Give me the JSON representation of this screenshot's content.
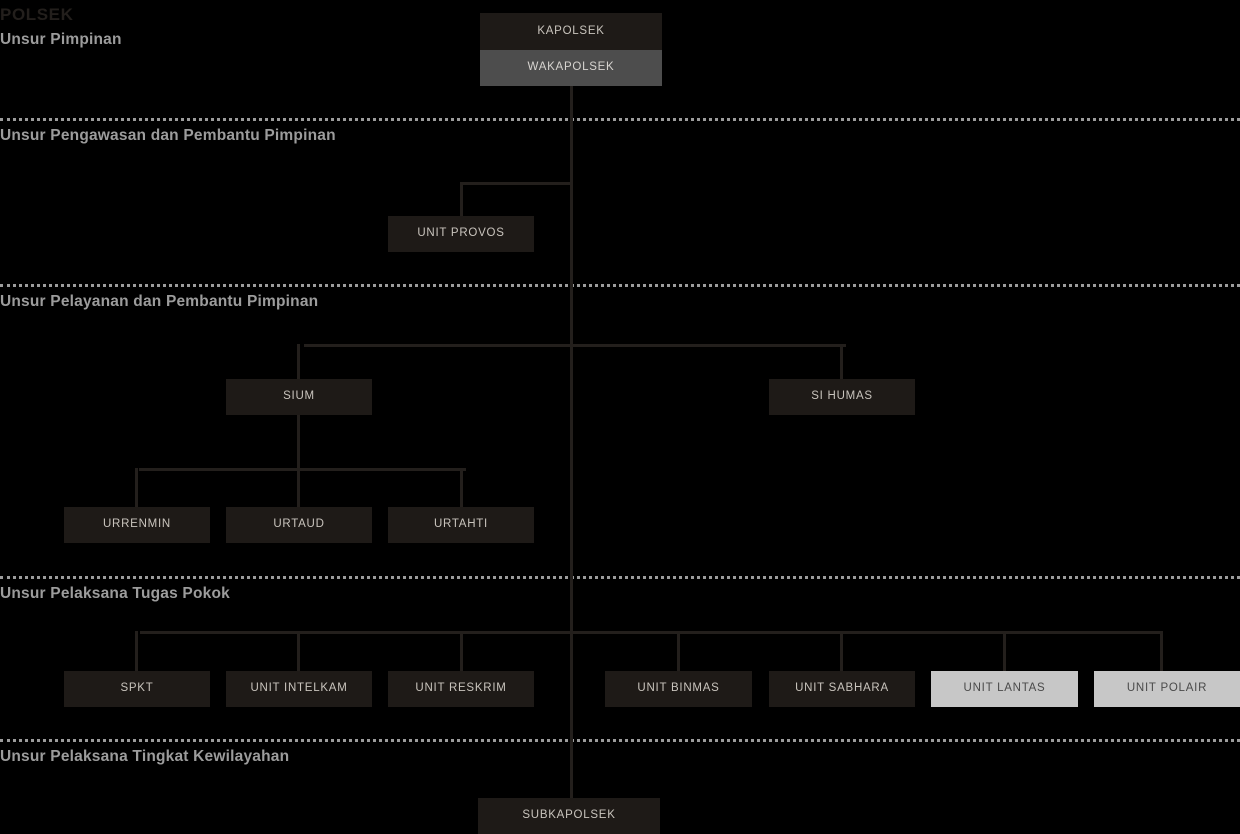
{
  "chart_title": "POLSEK",
  "sections": [
    {
      "id": "pimpinan",
      "label": "Unsur Pimpinan"
    },
    {
      "id": "pengawasan",
      "label": "Unsur Pengawasan dan Pembantu Pimpinan"
    },
    {
      "id": "pelayanan",
      "label": "Unsur Pelayanan dan Pembantu Pimpinan"
    },
    {
      "id": "pelaksana",
      "label": "Unsur Pelaksana Tugas Pokok"
    },
    {
      "id": "kewilayahan",
      "label": "Unsur Pelaksana Tingkat Kewilayahan"
    }
  ],
  "nodes": {
    "kapolsek": {
      "label": "KAPOLSEK",
      "style": "dark"
    },
    "wakapolsek": {
      "label": "WAKAPOLSEK",
      "style": "gray"
    },
    "unit_provos": {
      "label": "UNIT PROVOS",
      "style": "dark"
    },
    "sium": {
      "label": "SIUM",
      "style": "dark"
    },
    "si_humas": {
      "label": "SI HUMAS",
      "style": "dark"
    },
    "urrenmin": {
      "label": "URRENMIN",
      "style": "dark"
    },
    "urtaud": {
      "label": "URTAUD",
      "style": "dark"
    },
    "urtahti": {
      "label": "URTAHTI",
      "style": "dark"
    },
    "spkt": {
      "label": "SPKT",
      "style": "dark"
    },
    "unit_intelkam": {
      "label": "UNIT INTELKAM",
      "style": "dark"
    },
    "unit_reskrim": {
      "label": "UNIT RESKRIM",
      "style": "dark"
    },
    "unit_binmas": {
      "label": "UNIT BINMAS",
      "style": "dark"
    },
    "unit_sabhara": {
      "label": "UNIT SABHARA",
      "style": "dark"
    },
    "unit_lantas": {
      "label": "UNIT LANTAS",
      "style": "light"
    },
    "unit_polair": {
      "label": "UNIT POLAIR",
      "style": "light"
    },
    "subkapolsek": {
      "label": "SUBKAPOLSEK",
      "style": "dark"
    }
  },
  "colors": {
    "background": "#000000",
    "node_dark": "#1e1a17",
    "node_gray": "#4d4d4d",
    "node_light": "#c7c7c7",
    "line": "#231f1c",
    "section_text": "#9c9c9c",
    "node_dark_text": "#c9c4bd",
    "node_light_text": "#4a4a4a"
  }
}
